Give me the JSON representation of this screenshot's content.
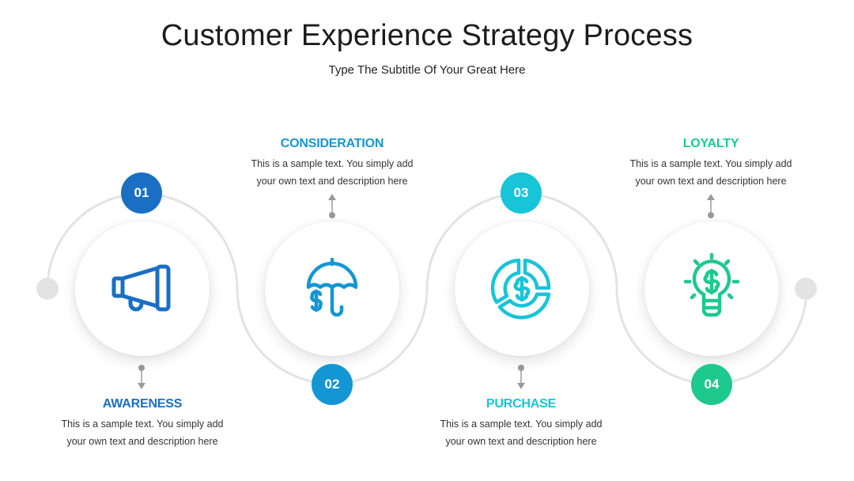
{
  "title": "Customer Experience Strategy Process",
  "subtitle": "Type The Subtitle Of Your Great Here",
  "colors": {
    "awareness": "#1a6fc4",
    "consideration": "#1596d4",
    "purchase": "#17c4d8",
    "loyalty": "#1ec98e",
    "track": "#e3e3e3",
    "arrow": "#9a9a9a"
  },
  "steps": [
    {
      "number": "01",
      "label": "AWARENESS",
      "icon": "megaphone-icon",
      "text_line1": "This is a sample text. You simply add",
      "text_line2": "your own text and description here"
    },
    {
      "number": "02",
      "label": "CONSIDERATION",
      "icon": "umbrella-dollar-icon",
      "text_line1": "This is a sample text. You simply add",
      "text_line2": "your own text and description here"
    },
    {
      "number": "03",
      "label": "PURCHASE",
      "icon": "dollar-pie-chart-icon",
      "text_line1": "This is a sample text. You simply add",
      "text_line2": "your own text and description here"
    },
    {
      "number": "04",
      "label": "LOYALTY",
      "icon": "lightbulb-dollar-icon",
      "text_line1": "This is a sample text. You simply add",
      "text_line2": "your own text and description here"
    }
  ]
}
